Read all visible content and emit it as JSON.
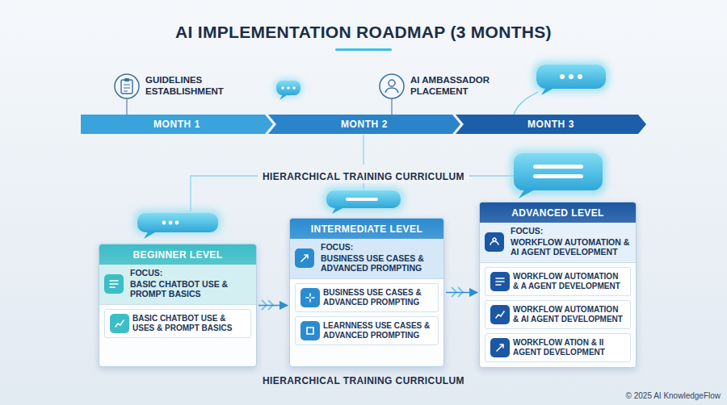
{
  "diagram": {
    "title": "AI IMPLEMENTATION ROADMAP (3 MONTHS)",
    "nodes": [
      {
        "text": [
          "MONTH 1"
        ]
      },
      {
        "text": [
          "MONTH 2"
        ]
      },
      {
        "text": [
          "MONTH 3"
        ]
      },
      {
        "text": [
          "BEGINNER LEVEL"
        ]
      },
      {
        "text": [
          "FOCUS:",
          "BASIC CHATBOT USE & PROMPT BASICS"
        ],
        "in": 3
      },
      {
        "text": [
          "BASIC CHATBOT USE & USES & PROMPT BASICS"
        ],
        "in": 3
      },
      {
        "text": [
          "INTERMEDIATE LEVEL"
        ]
      },
      {
        "text": [
          "FOCUS:",
          "BUSINESS USE CASES & ADVANCED PROMPTING"
        ],
        "in": 6
      },
      {
        "text": [
          "BUSINESS USE CASES & ADVANCED PROMPTING"
        ],
        "in": 6
      },
      {
        "text": [
          "LEARNNESS USE CASES & ADVANCED PROMPTING"
        ],
        "in": 6
      },
      {
        "text": [
          "ADVANCED LEVEL"
        ]
      },
      {
        "text": [
          "FOCUS:",
          "WORKFLOW AUTOMATION & AI AGENT DEVELOPMENT"
        ],
        "in": 10
      },
      {
        "text": [
          "WORKFLOW AUTOMATION & A AGENT DEVELOPMENT"
        ],
        "in": 10
      },
      {
        "text": [
          "WORKFLOW AUTOMATION & AI AGENT DEVELOPMENT"
        ],
        "in": 10
      },
      {
        "text": [
          "WORKFLOW ATION & II AGENT DEVELOPMENT"
        ],
        "in": 10
      }
    ],
    "edges": [
      {
        "from": 3,
        "to": 6,
        "arrow": "to"
      },
      {
        "from": 6,
        "to": 10,
        "arrow": "to"
      }
    ],
    "labels": [
      "GUIDELINES ESTABLISHMENT",
      "AI AMBASSADOR PLACEMENT",
      "HIERARCHICAL TRAINING CURRICULUM",
      "HIERARCHICAL TRAINING CURRICULUM",
      "© 2025 AI KnowledgeFlow"
    ]
  }
}
